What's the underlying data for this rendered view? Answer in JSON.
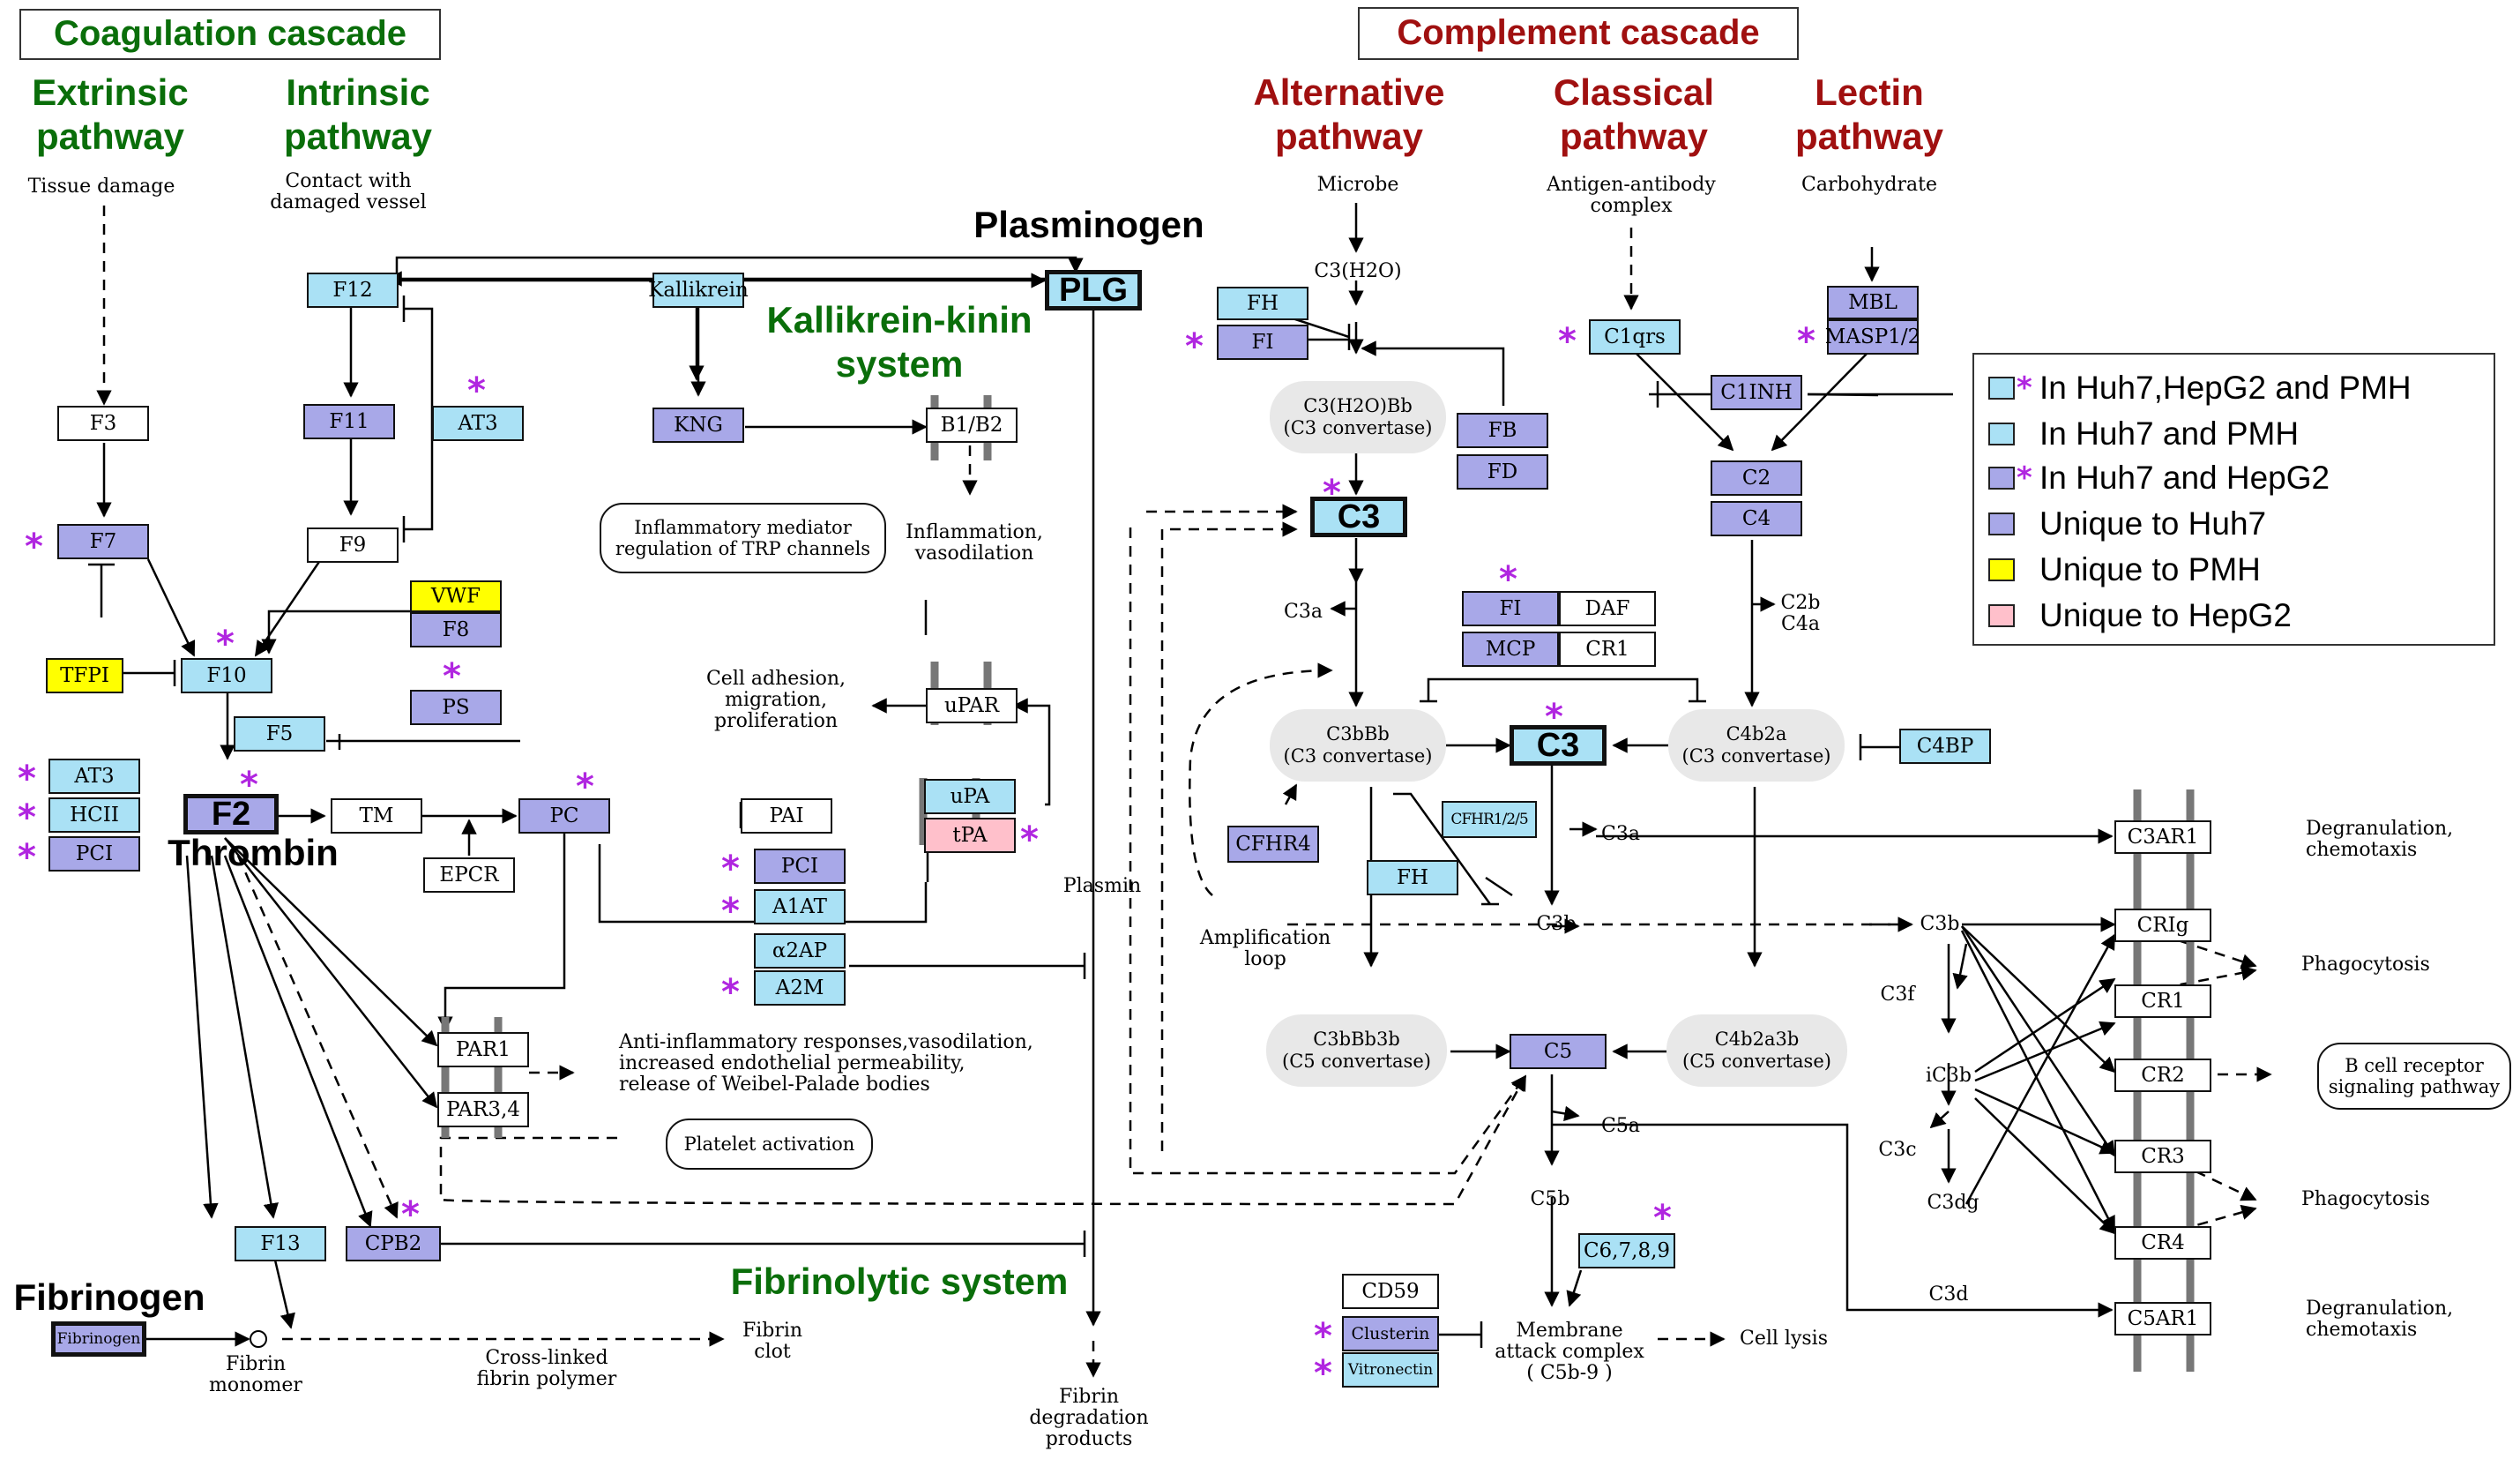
{
  "sections": {
    "coagulation": "Coagulation cascade",
    "complement": "Complement cascade",
    "extrinsic": [
      "Extrinsic",
      "pathway"
    ],
    "intrinsic": [
      "Intrinsic",
      "pathway"
    ],
    "alternative": [
      "Alternative",
      "pathway"
    ],
    "classical": [
      "Classical",
      "pathway"
    ],
    "lectin": [
      "Lectin",
      "pathway"
    ],
    "kallikrein_kinin": [
      "Kallikrein-kinin",
      "system"
    ],
    "fibrinolytic": "Fibrinolytic system",
    "plasminogen": "Plasminogen",
    "thrombin": "Thrombin",
    "fibrinogen": "Fibrinogen"
  },
  "triggers": {
    "tissue_damage": "Tissue damage",
    "contact_vessel": [
      "Contact with",
      "damaged vessel"
    ],
    "microbe": "Microbe",
    "antigen_antibody": [
      "Antigen-antibody",
      "complex"
    ],
    "carbohydrate": "Carbohydrate"
  },
  "nodes": {
    "F12": "F12",
    "Kallikrein": "Kallikrein",
    "PLG": "PLG",
    "F3": "F3",
    "F11": "F11",
    "AT3a": "AT3",
    "KNG": "KNG",
    "B1B2": "B1/B2",
    "F7": "F7",
    "F9": "F9",
    "VWF": "VWF",
    "F8": "F8",
    "TFPI": "TFPI",
    "F10": "F10",
    "PS": "PS",
    "F5": "F5",
    "uPAR": "uPAR",
    "AT3b": "AT3",
    "HCII": "HCII",
    "PCIa": "PCI",
    "F2": "F2",
    "TM": "TM",
    "PC": "PC",
    "PAI": "PAI",
    "uPA": "uPA",
    "tPA": "tPA",
    "EPCR": "EPCR",
    "PCIb": "PCI",
    "A1AT": "A1AT",
    "a2AP": "α2AP",
    "A2M": "A2M",
    "PAR1": "PAR1",
    "PAR34": "PAR3,4",
    "F13": "F13",
    "CPB2": "CPB2",
    "FibrinogenNode": "Fibrinogen",
    "FH1": "FH",
    "FI1": "FI",
    "C1qrs": "C1qrs",
    "MBL": "MBL",
    "MASP": "MASP1/2",
    "C1INH": "C1INH",
    "FB": "FB",
    "FD": "FD",
    "C2": "C2",
    "C4": "C4",
    "C3a_node": "C3",
    "FI2": "FI",
    "DAF": "DAF",
    "MCP": "MCP",
    "CR1a": "CR1",
    "C3b_node": "C3",
    "C4BP": "C4BP",
    "CFHR4": "CFHR4",
    "CFHR125": "CFHR1/2/5",
    "FH2": "FH",
    "C5": "C5",
    "C6789": "C6,7,8,9",
    "CD59": "CD59",
    "Clusterin": "Clusterin",
    "Vitronectin": "Vitronectin",
    "C3AR1": "C3AR1",
    "CRIg": "CRIg",
    "CR1b": "CR1",
    "CR2": "CR2",
    "CR3": "CR3",
    "CR4": "CR4",
    "C5AR1": "C5AR1"
  },
  "convertases": {
    "c3h2obb": [
      "C3(H2O)Bb",
      "(C3 convertase)"
    ],
    "c3bbb": [
      "C3bBb",
      "(C3 convertase)"
    ],
    "c4b2a": [
      "C4b2a",
      "(C3 convertase)"
    ],
    "c3bbb3b": [
      "C3bBb3b",
      "(C5 convertase)"
    ],
    "c4b2a3b": [
      "C4b2a3b",
      "(C5 convertase)"
    ]
  },
  "outcomes": {
    "inflammatory": [
      "Inflammatory mediator",
      "regulation of TRP channels"
    ],
    "inflammation": [
      "Inflammation,",
      "vasodilation"
    ],
    "cell_adhesion": [
      "Cell adhesion,",
      "migration,",
      "proliferation"
    ],
    "anti_inflammatory": [
      "Anti-inflammatory responses,vasodilation,",
      "increased endothelial permeability,",
      "release of Weibel-Palade bodies"
    ],
    "platelet": "Platelet activation",
    "plasmin": "Plasmin",
    "fibrin_monomer": [
      "Fibrin",
      "monomer"
    ],
    "cross_linked": [
      "Cross-linked",
      "fibrin polymer"
    ],
    "fibrin_clot": [
      "Fibrin",
      "clot"
    ],
    "fibrin_degradation": [
      "Fibrin",
      "degradation",
      "products"
    ],
    "c3h2o": "C3(H2O)",
    "c3a_1": "C3a",
    "c2b_c4a": [
      "C2b",
      "C4a"
    ],
    "c3a_2": "C3a",
    "c3b_1": "C3b",
    "amplification": [
      "Amplification",
      "loop"
    ],
    "c3b_2": "C3b",
    "c3f": "C3f",
    "ic3b": "iC3b",
    "c3c": "C3c",
    "c3dg": "C3dg",
    "c3d": "C3d",
    "c5a": "C5a",
    "c5b": "C5b",
    "mac": [
      "Membrane",
      "attack complex",
      "( C5b-9 )"
    ],
    "cell_lysis": "Cell lysis",
    "degranulation_1": [
      "Degranulation,",
      "chemotaxis"
    ],
    "phagocytosis_1": "Phagocytosis",
    "bcell": [
      "B cell receptor",
      "signaling pathway"
    ],
    "phagocytosis_2": "Phagocytosis",
    "degranulation_2": [
      "Degranulation,",
      "chemotaxis"
    ]
  },
  "legend": [
    {
      "label": "In Huh7,HepG2 and PMH",
      "color": "#aae1f5",
      "star": true
    },
    {
      "label": "In Huh7 and PMH",
      "color": "#aae1f5",
      "star": false
    },
    {
      "label": "In Huh7 and HepG2",
      "color": "#a8a8e8",
      "star": true
    },
    {
      "label": "Unique to Huh7",
      "color": "#a8a8e8",
      "star": false
    },
    {
      "label": "Unique to PMH",
      "color": "#ffff00",
      "star": false
    },
    {
      "label": "Unique to HepG2",
      "color": "#ffc0cb",
      "star": false
    }
  ],
  "star_glyph": "*",
  "colors": {
    "blue": "#aae1f5",
    "purple": "#a8a8e8",
    "yellow": "#ffff00",
    "pink": "#ffc0cb",
    "star": "#b026e0",
    "green_heading": "#0a6e0a",
    "red_heading": "#a01010"
  }
}
